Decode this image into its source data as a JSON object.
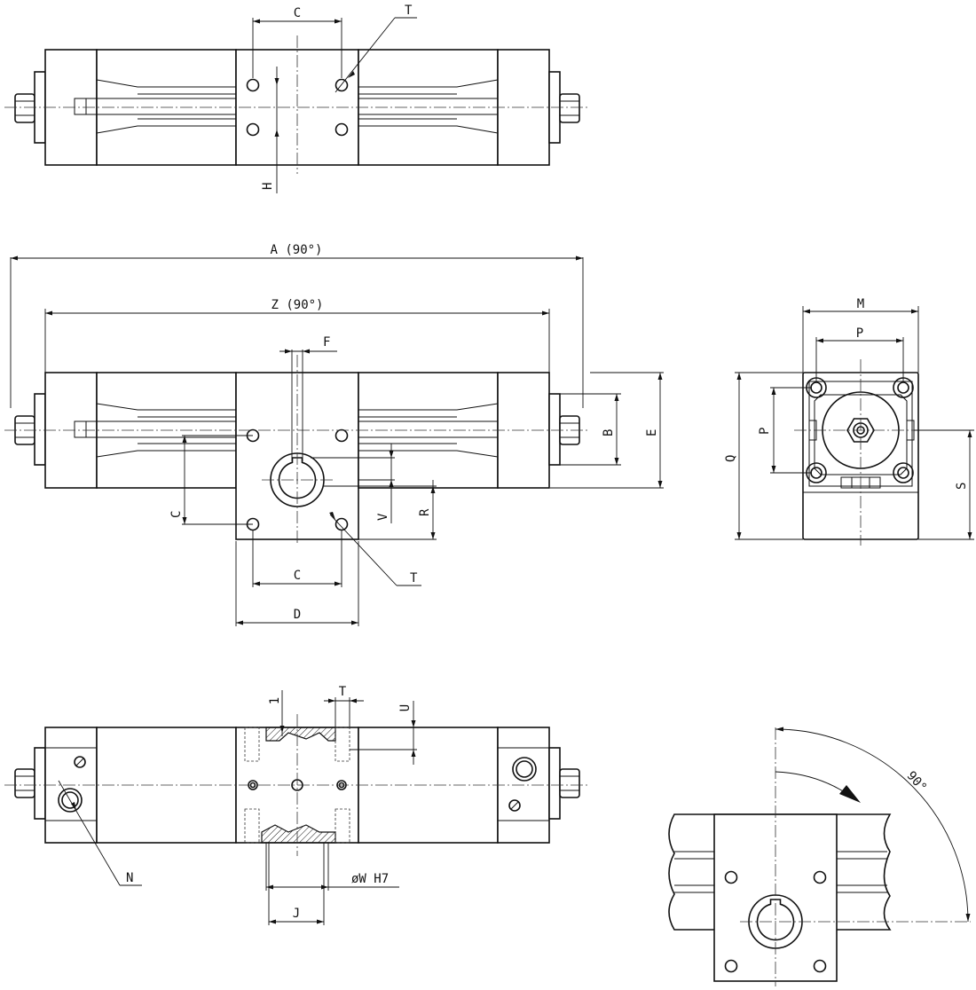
{
  "labels": {
    "top_c": "C",
    "top_t": "T",
    "top_h": "H",
    "dim_a": "A (90°)",
    "dim_z": "Z (90°)",
    "dim_f": "F",
    "dim_b": "B",
    "dim_e": "E",
    "dim_c_vert": "C",
    "dim_v": "V",
    "dim_r": "R",
    "dim_c_horiz": "C",
    "dim_t_mid": "T",
    "dim_d": "D",
    "dim_m": "M",
    "dim_p_horiz": "P",
    "dim_p_vert": "P",
    "dim_q": "Q",
    "dim_s": "S",
    "bot_1": "1",
    "bot_t": "T",
    "bot_u": "U",
    "bot_n": "N",
    "bot_w": "øW H7",
    "bot_j": "J",
    "angle": "90°"
  }
}
